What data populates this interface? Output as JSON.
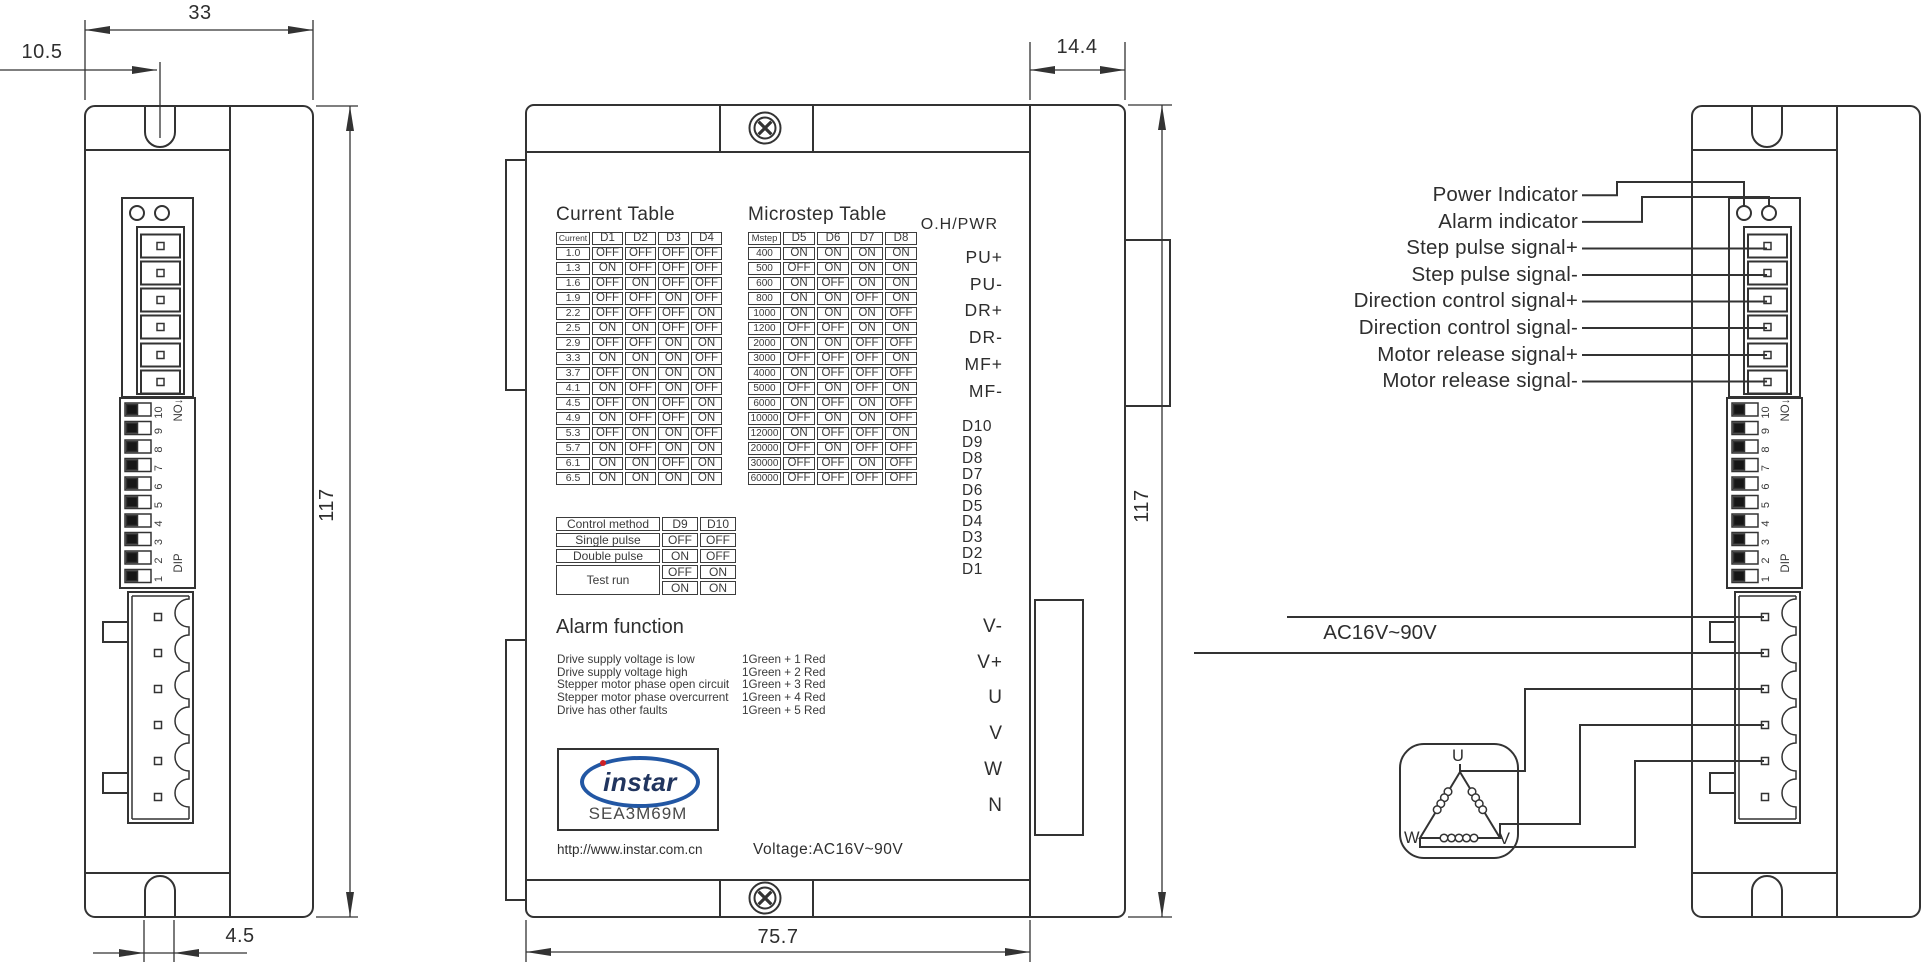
{
  "dimensions": {
    "body_width": "33",
    "slot_offset": "10.5",
    "body_height": "117",
    "slot_width": "4.5",
    "side_depth": "14.4",
    "front_height": "117",
    "front_width": "75.7"
  },
  "front_panel": {
    "indicator_label": "O.H/PWR",
    "current_table": {
      "title": "Current Table",
      "head": [
        "Current",
        "D1",
        "D2",
        "D3",
        "D4"
      ],
      "rows": [
        [
          "1.0",
          "OFF",
          "OFF",
          "OFF",
          "OFF"
        ],
        [
          "1.3",
          "ON",
          "OFF",
          "OFF",
          "OFF"
        ],
        [
          "1.6",
          "OFF",
          "ON",
          "OFF",
          "OFF"
        ],
        [
          "1.9",
          "OFF",
          "OFF",
          "ON",
          "OFF"
        ],
        [
          "2.2",
          "OFF",
          "OFF",
          "OFF",
          "ON"
        ],
        [
          "2.5",
          "ON",
          "ON",
          "OFF",
          "OFF"
        ],
        [
          "2.9",
          "OFF",
          "OFF",
          "ON",
          "ON"
        ],
        [
          "3.3",
          "ON",
          "ON",
          "ON",
          "OFF"
        ],
        [
          "3.7",
          "OFF",
          "ON",
          "ON",
          "ON"
        ],
        [
          "4.1",
          "ON",
          "OFF",
          "ON",
          "OFF"
        ],
        [
          "4.5",
          "OFF",
          "ON",
          "OFF",
          "ON"
        ],
        [
          "4.9",
          "ON",
          "OFF",
          "OFF",
          "ON"
        ],
        [
          "5.3",
          "OFF",
          "ON",
          "ON",
          "OFF"
        ],
        [
          "5.7",
          "ON",
          "OFF",
          "ON",
          "ON"
        ],
        [
          "6.1",
          "ON",
          "ON",
          "OFF",
          "ON"
        ],
        [
          "6.5",
          "ON",
          "ON",
          "ON",
          "ON"
        ]
      ]
    },
    "microstep_table": {
      "title": "Microstep Table",
      "head": [
        "Mstep",
        "D5",
        "D6",
        "D7",
        "D8"
      ],
      "rows": [
        [
          "400",
          "ON",
          "ON",
          "ON",
          "ON"
        ],
        [
          "500",
          "OFF",
          "ON",
          "ON",
          "ON"
        ],
        [
          "600",
          "ON",
          "OFF",
          "ON",
          "ON"
        ],
        [
          "800",
          "ON",
          "ON",
          "OFF",
          "ON"
        ],
        [
          "1000",
          "ON",
          "ON",
          "ON",
          "OFF"
        ],
        [
          "1200",
          "OFF",
          "OFF",
          "ON",
          "ON"
        ],
        [
          "2000",
          "ON",
          "ON",
          "OFF",
          "OFF"
        ],
        [
          "3000",
          "OFF",
          "OFF",
          "OFF",
          "ON"
        ],
        [
          "4000",
          "ON",
          "OFF",
          "OFF",
          "OFF"
        ],
        [
          "5000",
          "OFF",
          "ON",
          "OFF",
          "ON"
        ],
        [
          "6000",
          "ON",
          "OFF",
          "ON",
          "OFF"
        ],
        [
          "10000",
          "OFF",
          "ON",
          "ON",
          "OFF"
        ],
        [
          "12000",
          "ON",
          "OFF",
          "OFF",
          "ON"
        ],
        [
          "20000",
          "OFF",
          "ON",
          "OFF",
          "OFF"
        ],
        [
          "30000",
          "OFF",
          "OFF",
          "ON",
          "OFF"
        ],
        [
          "60000",
          "OFF",
          "OFF",
          "OFF",
          "OFF"
        ]
      ]
    },
    "control_table": {
      "head": [
        "Control method",
        "D9",
        "D10"
      ],
      "rows": [
        [
          "Single pulse",
          "OFF",
          "OFF"
        ],
        [
          "Double pulse",
          "ON",
          "OFF"
        ]
      ],
      "test_label": "Test run",
      "test_rows": [
        [
          "OFF",
          "ON"
        ],
        [
          "ON",
          "ON"
        ]
      ]
    },
    "alarm": {
      "title": "Alarm function",
      "faults": [
        "Drive supply voltage is low",
        "Drive supply voltage high",
        "Stepper motor phase open circuit",
        "Stepper motor phase overcurrent",
        "Drive has other faults"
      ],
      "indications": [
        "1Green + 1 Red",
        "1Green + 2 Red",
        "1Green + 3 Red",
        "1Green + 4 Red",
        "1Green + 5 Red"
      ]
    },
    "signal_terminals": [
      "PU+",
      "PU-",
      "DR+",
      "DR-",
      "MF+",
      "MF-"
    ],
    "dip_terminals": [
      "D10",
      "D9",
      "D8",
      "D7",
      "D6",
      "D5",
      "D4",
      "D3",
      "D2",
      "D1"
    ],
    "power_terminals": [
      "V-",
      "V+",
      "U",
      "V",
      "W",
      "N"
    ],
    "logo": {
      "brand": "instar",
      "model": "SEA3M69M"
    },
    "website": "http://www.instar.com.cn",
    "voltage": "Voltage:AC16V~90V"
  },
  "dip_switch": {
    "numbers": [
      "1",
      "2",
      "3",
      "4",
      "5",
      "6",
      "7",
      "8",
      "9",
      "10"
    ],
    "dip_label": "DIP",
    "on_label": "NO↓"
  },
  "wiring": {
    "signal_labels": [
      "Power Indicator",
      "Alarm indicator",
      "Step pulse signal+",
      "Step pulse signal-",
      "Direction control signal+",
      "Direction control signal-",
      "Motor release signal+",
      "Motor release signal-"
    ],
    "power_label": "AC16V~90V",
    "motor": {
      "top": "U",
      "bottom_left": "W",
      "bottom_right": "V"
    }
  }
}
